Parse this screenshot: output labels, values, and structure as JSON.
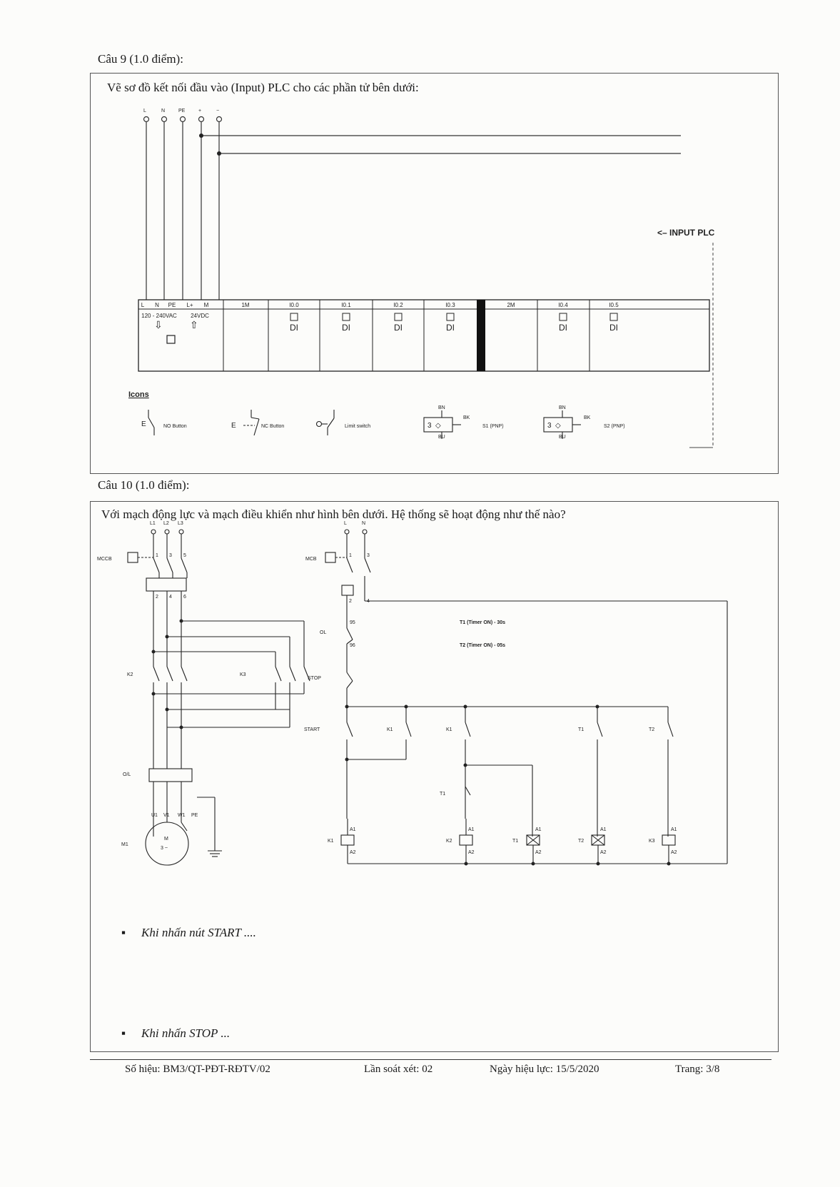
{
  "q9": {
    "title": "Câu 9 (1.0 điểm):",
    "prompt": "Vẽ sơ đồ kết nối đầu vào (Input) PLC cho các phần tử bên dưới:",
    "supply_terminals": [
      "L",
      "N",
      "PE",
      "+",
      "−"
    ],
    "input_plc_label": "<– INPUT PLC",
    "plc": {
      "power_terminals": [
        "L",
        "N",
        "PE",
        "L+",
        "M"
      ],
      "power_ac": "120 - 240VAC",
      "power_dc": "24VDC",
      "slots": [
        {
          "label": "1M",
          "di": ""
        },
        {
          "label": "I0.0",
          "di": "DI"
        },
        {
          "label": "I0.1",
          "di": "DI"
        },
        {
          "label": "I0.2",
          "di": "DI"
        },
        {
          "label": "I0.3",
          "di": "DI"
        },
        {
          "label": "2M",
          "di": ""
        },
        {
          "label": "I0.4",
          "di": "DI"
        },
        {
          "label": "I0.5",
          "di": "DI"
        }
      ]
    },
    "icons_heading": "Icons",
    "icons": {
      "no_button": "NO Button",
      "nc_button": "NC Button",
      "limit_switch": "Limit switch",
      "sensor1": "S1 (PNP)",
      "sensor2": "S2 (PNP)",
      "bn": "BN",
      "bu": "BU",
      "bk": "BK"
    }
  },
  "q10": {
    "title": "Câu 10 (1.0 điểm):",
    "prompt": "Với mạch động lực và mạch điều khiển như hình bên dưới. Hệ thống sẽ hoạt động như thế nào?",
    "power_circuit": {
      "phases": [
        "L1",
        "L2",
        "L3"
      ],
      "mccb": "MCCB",
      "k2": "K2",
      "k3": "K3",
      "ol": "O/L",
      "motor": "M1",
      "motor_symbol": "M",
      "motor_phase": "3 ~",
      "terminals": [
        "U1",
        "V1",
        "W1"
      ],
      "pe": "PE",
      "pins_top": [
        "1",
        "3",
        "5"
      ],
      "pins_bottom": [
        "2",
        "4",
        "6"
      ]
    },
    "control_circuit": {
      "lines": [
        "L",
        "N"
      ],
      "mcb": "MCB",
      "ol": "OL",
      "ol_pins": [
        "95",
        "96"
      ],
      "stop": "STOP",
      "start": "START",
      "timer_t1": "T1 (Timer ON) - 30s",
      "timer_t2": "T2 (Timer ON) - 05s",
      "contacts": [
        "K1",
        "K1",
        "T1",
        "T2",
        "T1"
      ],
      "coils": [
        "K1",
        "K2",
        "T1",
        "T2",
        "K3"
      ],
      "a1": "A1",
      "a2": "A2",
      "pins": [
        "1",
        "3",
        "2",
        "4"
      ]
    },
    "answers": [
      "Khi nhấn nút START ....",
      "Khi nhấn STOP ..."
    ]
  },
  "footer": {
    "doc_code": "Số hiệu: BM3/QT-PĐT-RĐTV/02",
    "revision": "Lần soát xét: 02",
    "effective_date": "Ngày hiệu lực: 15/5/2020",
    "page": "Trang: 3/8"
  }
}
